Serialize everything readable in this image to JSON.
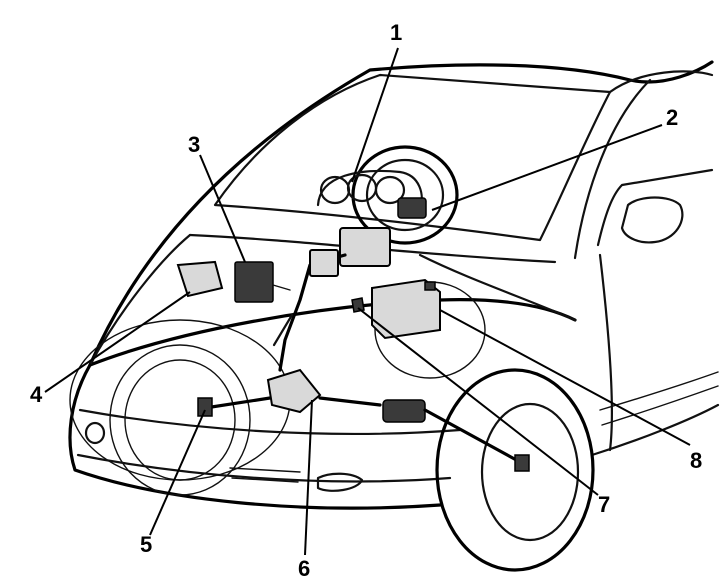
{
  "callouts": [
    {
      "id": "1",
      "label": "1"
    },
    {
      "id": "2",
      "label": "2"
    },
    {
      "id": "3",
      "label": "3"
    },
    {
      "id": "4",
      "label": "4"
    },
    {
      "id": "5",
      "label": "5"
    },
    {
      "id": "6",
      "label": "6"
    },
    {
      "id": "7",
      "label": "7"
    },
    {
      "id": "8",
      "label": "8"
    }
  ],
  "colors": {
    "line": "#000000",
    "background": "#ffffff",
    "part_fill": "#d9d9d9"
  }
}
